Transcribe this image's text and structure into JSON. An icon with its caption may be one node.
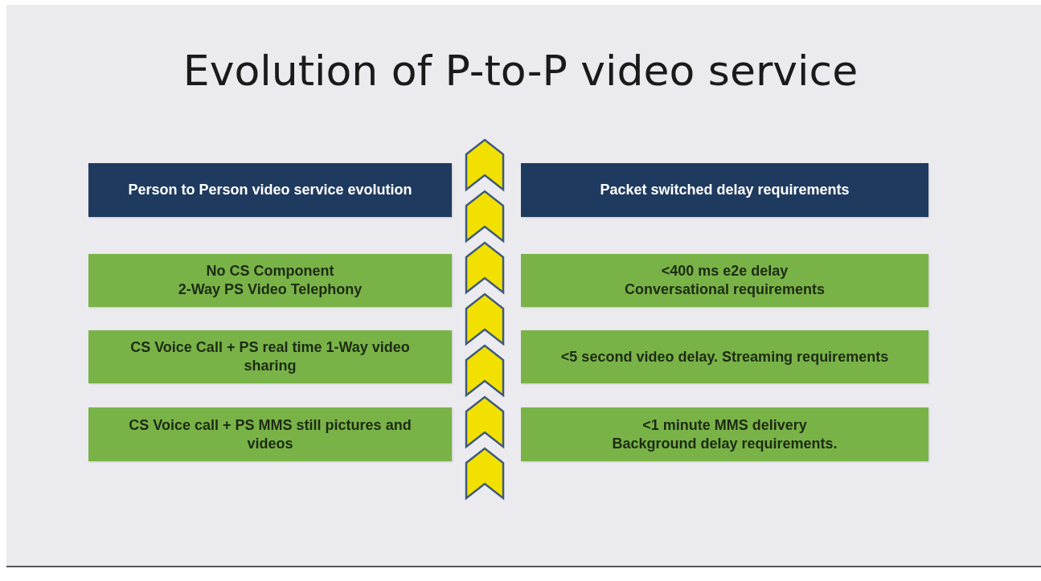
{
  "diagram": {
    "title": "Evolution of P-to-P video service",
    "nodes": [
      {
        "text": [
          "Person to Person video service evolution"
        ]
      },
      {
        "text": [
          "Packet switched delay requirements"
        ]
      },
      {
        "text": [
          "No CS Component",
          "2-Way PS Video Telephony"
        ]
      },
      {
        "text": [
          "<400 ms e2e delay",
          "Conversational requirements"
        ]
      },
      {
        "text": [
          "CS Voice Call + PS real time 1-Way video sharing"
        ]
      },
      {
        "text": [
          "<5 second video delay. Streaming requirements"
        ]
      },
      {
        "text": [
          "CS Voice call + PS MMS still pictures and videos"
        ]
      },
      {
        "text": [
          "<1 minute MMS delivery",
          "Background delay requirements."
        ]
      }
    ]
  }
}
